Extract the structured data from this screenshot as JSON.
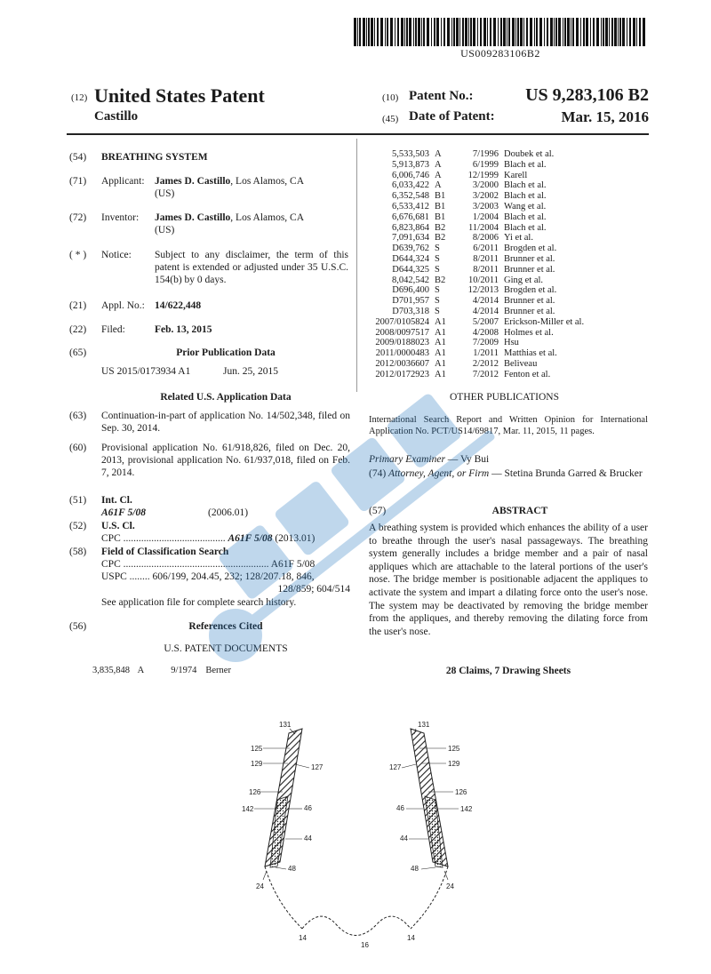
{
  "barcode_number": "US009283106B2",
  "header": {
    "code12": "(12)",
    "title": "United States Patent",
    "inventor_short": "Castillo",
    "code10": "(10)",
    "patent_no_label": "Patent No.:",
    "patent_no": "US 9,283,106 B2",
    "code45": "(45)",
    "date_label": "Date of Patent:",
    "date": "Mar. 15, 2016"
  },
  "fields": {
    "title": {
      "code": "(54)",
      "value": "BREATHING SYSTEM"
    },
    "applicant": {
      "code": "(71)",
      "label": "Applicant:",
      "name": "James D. Castillo",
      "place": ", Los Alamos, CA",
      "country": "(US)"
    },
    "inventor": {
      "code": "(72)",
      "label": "Inventor:",
      "name": "James D. Castillo",
      "place": ", Los Alamos, CA",
      "country": "(US)"
    },
    "notice": {
      "code": "( * )",
      "label": "Notice:",
      "text": "Subject to any disclaimer, the term of this patent is extended or adjusted under 35 U.S.C. 154(b) by 0 days."
    },
    "appl": {
      "code": "(21)",
      "label": "Appl. No.:",
      "value": "14/622,448"
    },
    "filed": {
      "code": "(22)",
      "label": "Filed:",
      "value": "Feb. 13, 2015"
    },
    "prior": {
      "code": "(65)",
      "heading": "Prior Publication Data",
      "number": "US 2015/0173934 A1",
      "date": "Jun. 25, 2015"
    },
    "related_heading": "Related U.S. Application Data",
    "continuation": {
      "code": "(63)",
      "text": "Continuation-in-part of application No. 14/502,348, filed on Sep. 30, 2014."
    },
    "provisional": {
      "code": "(60)",
      "text": "Provisional application No. 61/918,826, filed on Dec. 20, 2013, provisional application No. 61/937,018, filed on Feb. 7, 2014."
    },
    "intcl": {
      "code": "(51)",
      "label": "Int. Cl.",
      "class": "A61F 5/08",
      "year": "(2006.01)"
    },
    "uscl": {
      "code": "(52)",
      "label": "U.S. Cl.",
      "cpc_label": "CPC",
      "cpc_dots": "........................................",
      "cpc_class": "A61F 5/08",
      "cpc_year": "(2013.01)"
    },
    "field_search": {
      "code": "(58)",
      "label": "Field of Classification Search",
      "cpc_label": "CPC",
      "cpc_dots": ".........................................................",
      "cpc_value": "A61F 5/08",
      "uspc_label": "USPC",
      "uspc_dots": "........",
      "uspc_line1": "606/199, 204.45, 232; 128/207.18, 846,",
      "uspc_line2": "128/859; 604/514",
      "note": "See application file for complete search history."
    },
    "references": {
      "code": "(56)",
      "heading": "References Cited",
      "sub": "U.S. PATENT DOCUMENTS",
      "first": {
        "num": "3,835,848",
        "kind": "A",
        "date": "9/1974",
        "name": "Berner"
      }
    }
  },
  "refs": [
    {
      "num": "5,533,503",
      "kind": "A",
      "date": "7/1996",
      "name": "Doubek et al."
    },
    {
      "num": "5,913,873",
      "kind": "A",
      "date": "6/1999",
      "name": "Blach et al."
    },
    {
      "num": "6,006,746",
      "kind": "A",
      "date": "12/1999",
      "name": "Karell"
    },
    {
      "num": "6,033,422",
      "kind": "A",
      "date": "3/2000",
      "name": "Blach et al."
    },
    {
      "num": "6,352,548",
      "kind": "B1",
      "date": "3/2002",
      "name": "Blach et al."
    },
    {
      "num": "6,533,412",
      "kind": "B1",
      "date": "3/2003",
      "name": "Wang et al."
    },
    {
      "num": "6,676,681",
      "kind": "B1",
      "date": "1/2004",
      "name": "Blach et al."
    },
    {
      "num": "6,823,864",
      "kind": "B2",
      "date": "11/2004",
      "name": "Blach et al."
    },
    {
      "num": "7,091,634",
      "kind": "B2",
      "date": "8/2006",
      "name": "Yi et al."
    },
    {
      "num": "D639,762",
      "kind": "S",
      "date": "6/2011",
      "name": "Brogden et al."
    },
    {
      "num": "D644,324",
      "kind": "S",
      "date": "8/2011",
      "name": "Brunner et al."
    },
    {
      "num": "D644,325",
      "kind": "S",
      "date": "8/2011",
      "name": "Brunner et al."
    },
    {
      "num": "8,042,542",
      "kind": "B2",
      "date": "10/2011",
      "name": "Ging et al."
    },
    {
      "num": "D696,400",
      "kind": "S",
      "date": "12/2013",
      "name": "Brogden et al."
    },
    {
      "num": "D701,957",
      "kind": "S",
      "date": "4/2014",
      "name": "Brunner et al."
    },
    {
      "num": "D703,318",
      "kind": "S",
      "date": "4/2014",
      "name": "Brunner et al."
    },
    {
      "num": "2007/0105824",
      "kind": "A1",
      "date": "5/2007",
      "name": "Erickson-Miller et al."
    },
    {
      "num": "2008/0097517",
      "kind": "A1",
      "date": "4/2008",
      "name": "Holmes et al."
    },
    {
      "num": "2009/0188023",
      "kind": "A1",
      "date": "7/2009",
      "name": "Hsu"
    },
    {
      "num": "2011/0000483",
      "kind": "A1",
      "date": "1/2011",
      "name": "Matthias et al."
    },
    {
      "num": "2012/0036607",
      "kind": "A1",
      "date": "2/2012",
      "name": "Beliveau"
    },
    {
      "num": "2012/0172923",
      "kind": "A1",
      "date": "7/2012",
      "name": "Fenton et al."
    }
  ],
  "other_pubs": {
    "heading": "OTHER PUBLICATIONS",
    "text": "International Search Report and Written Opinion for International Application No. PCT/US14/69817, Mar. 11, 2015, 11 pages."
  },
  "examiner": {
    "label": "Primary Examiner",
    "sep": " — ",
    "name": "Vy Bui"
  },
  "attorney": {
    "code": "(74)",
    "label": "Attorney, Agent, or Firm",
    "sep": " — ",
    "name": "Stetina Brunda Garred & Brucker"
  },
  "abstract": {
    "code": "(57)",
    "heading": "ABSTRACT",
    "text": "A breathing system is provided which enhances the ability of a user to breathe through the user's nasal passageways. The breathing system generally includes a bridge member and a pair of nasal appliques which are attachable to the lateral portions of the user's nose. The bridge member is positionable adjacent the appliques to activate the system and impart a dilating force onto the user's nose. The system may be deactivated by removing the bridge member from the appliques, and thereby removing the dilating force from the user's nose."
  },
  "claims": "28 Claims, 7 Drawing Sheets",
  "drawing_labels": {
    "l131": "131",
    "l125": "125",
    "l129": "129",
    "l127": "127",
    "l126": "126",
    "l142": "142",
    "l46": "46",
    "l44": "44",
    "l48": "48",
    "l24": "24",
    "l14": "14",
    "l16": "16"
  },
  "colors": {
    "watermark": "#1e73be",
    "ink": "#1b1b1b"
  }
}
